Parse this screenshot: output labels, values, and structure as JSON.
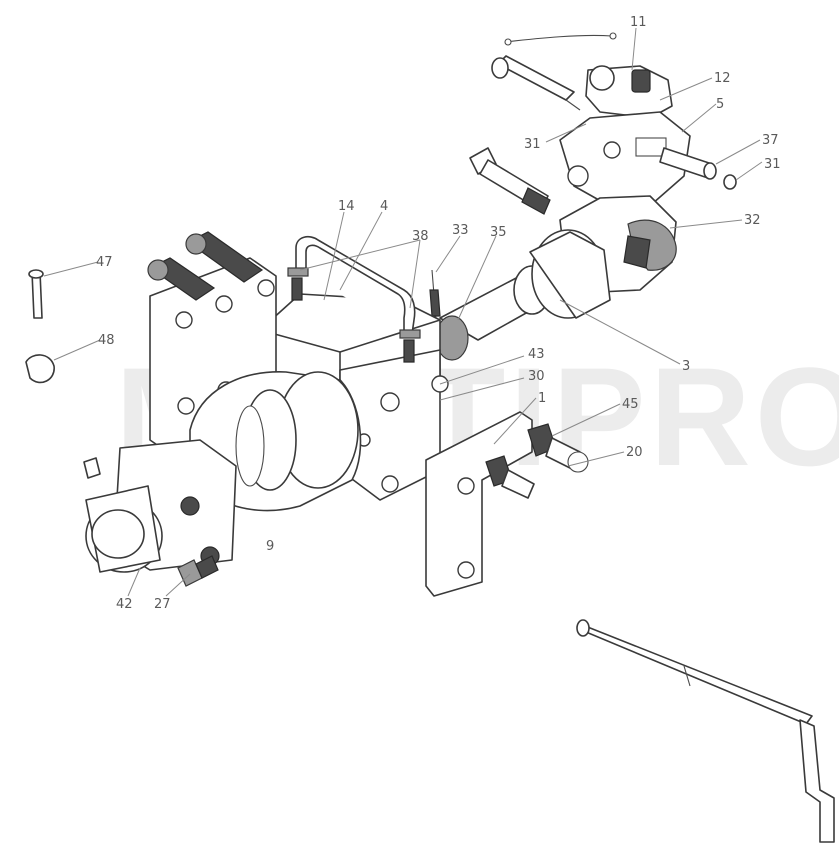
{
  "watermark": "MULTIPRO",
  "callouts": [
    {
      "id": "11",
      "text": "11"
    },
    {
      "id": "12",
      "text": "12"
    },
    {
      "id": "5",
      "text": "5"
    },
    {
      "id": "37",
      "text": "37"
    },
    {
      "id": "31a",
      "text": "31"
    },
    {
      "id": "31b",
      "text": "31"
    },
    {
      "id": "32",
      "text": "32"
    },
    {
      "id": "14",
      "text": "14"
    },
    {
      "id": "4",
      "text": "4"
    },
    {
      "id": "38",
      "text": "38"
    },
    {
      "id": "33",
      "text": "33"
    },
    {
      "id": "35",
      "text": "35"
    },
    {
      "id": "47",
      "text": "47"
    },
    {
      "id": "48",
      "text": "48"
    },
    {
      "id": "3",
      "text": "3"
    },
    {
      "id": "43",
      "text": "43"
    },
    {
      "id": "30",
      "text": "30"
    },
    {
      "id": "1",
      "text": "1"
    },
    {
      "id": "45",
      "text": "45"
    },
    {
      "id": "20",
      "text": "20"
    },
    {
      "id": "9",
      "text": "9"
    },
    {
      "id": "42",
      "text": "42"
    },
    {
      "id": "27",
      "text": "27"
    }
  ]
}
